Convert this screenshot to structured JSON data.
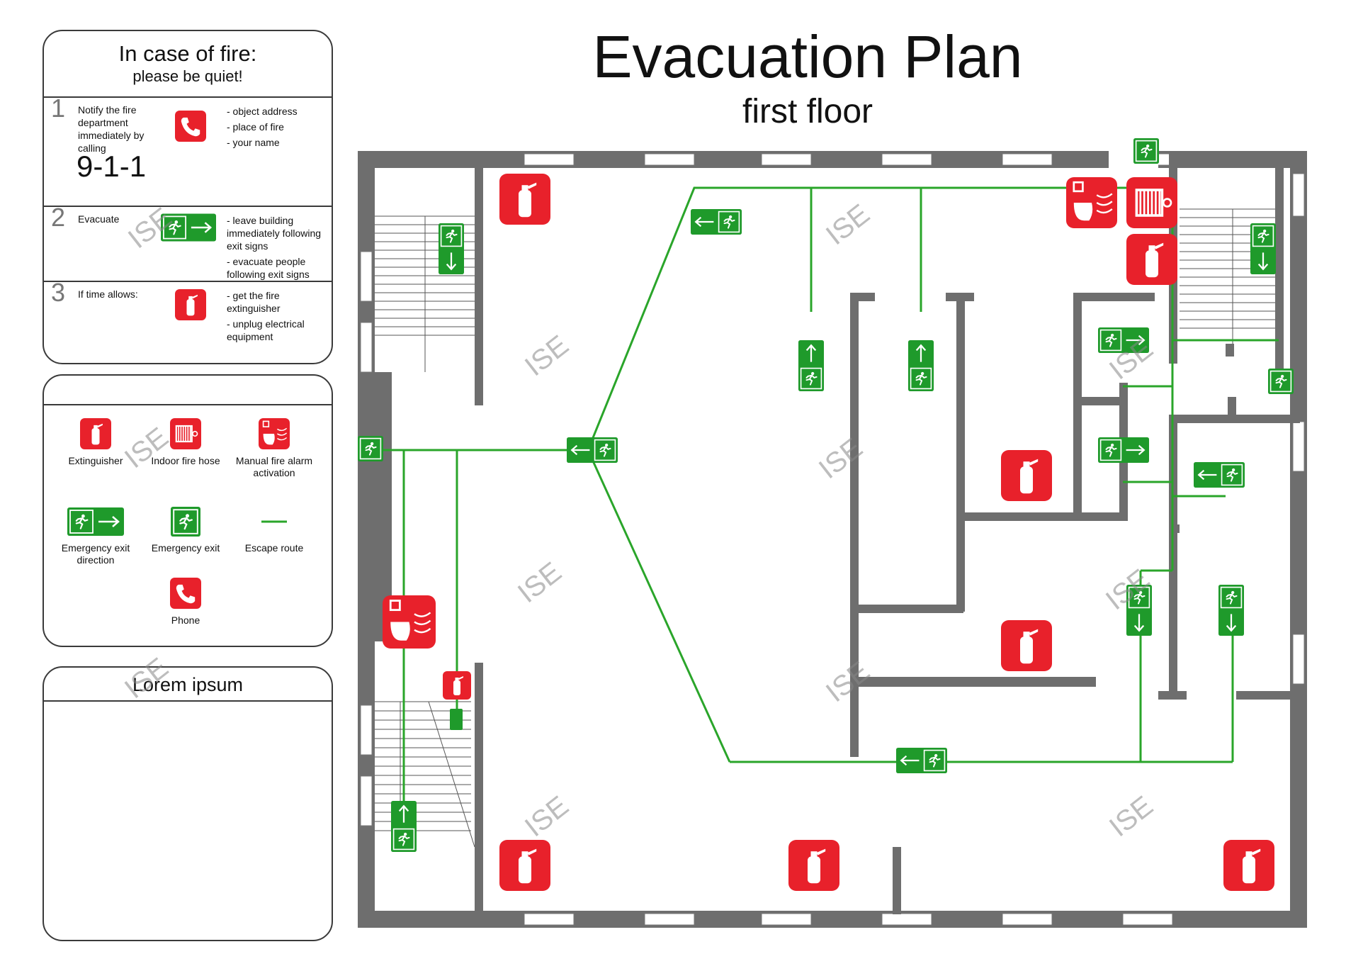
{
  "title": "Evacuation Plan",
  "subtitle": "first floor",
  "instructions": {
    "heading": "In case of fire:",
    "subheading": "please be quiet!",
    "steps": [
      {
        "number": "1",
        "text": "Notify the fire department immediately by calling",
        "call": "9-1-1",
        "bullets": [
          "- object address",
          "- place of fire",
          "- your name"
        ],
        "icon": "phone-icon"
      },
      {
        "number": "2",
        "text": "Evacuate",
        "bullets": [
          "- leave building immediately following exit signs",
          "- evacuate people following exit signs"
        ],
        "icon": "emergency-exit-direction-icon"
      },
      {
        "number": "3",
        "text": "If time allows:",
        "bullets": [
          "- get the fire extinguisher",
          "- unplug electrical equipment"
        ],
        "icon": "extinguisher-icon"
      }
    ]
  },
  "legend": {
    "items": [
      {
        "label": "Extinguisher",
        "icon": "extinguisher-icon"
      },
      {
        "label": "Indoor fire hose",
        "icon": "fire-hose-icon"
      },
      {
        "label": "Manual fire alarm activation",
        "icon": "fire-alarm-icon"
      },
      {
        "label": "Emergency exit direction",
        "icon": "emergency-exit-direction-icon"
      },
      {
        "label": "Emergency exit",
        "icon": "emergency-exit-icon"
      },
      {
        "label": "Escape route",
        "icon": "escape-route-line"
      },
      {
        "label": "Phone",
        "icon": "phone-icon"
      }
    ]
  },
  "notes": {
    "title": "Lorem ipsum"
  },
  "watermark": "ISE",
  "colors": {
    "fire_red": "#e8212b",
    "exit_green": "#1f9a2b",
    "route_green": "#2aa52a",
    "wall_gray": "#6e6e6e"
  }
}
